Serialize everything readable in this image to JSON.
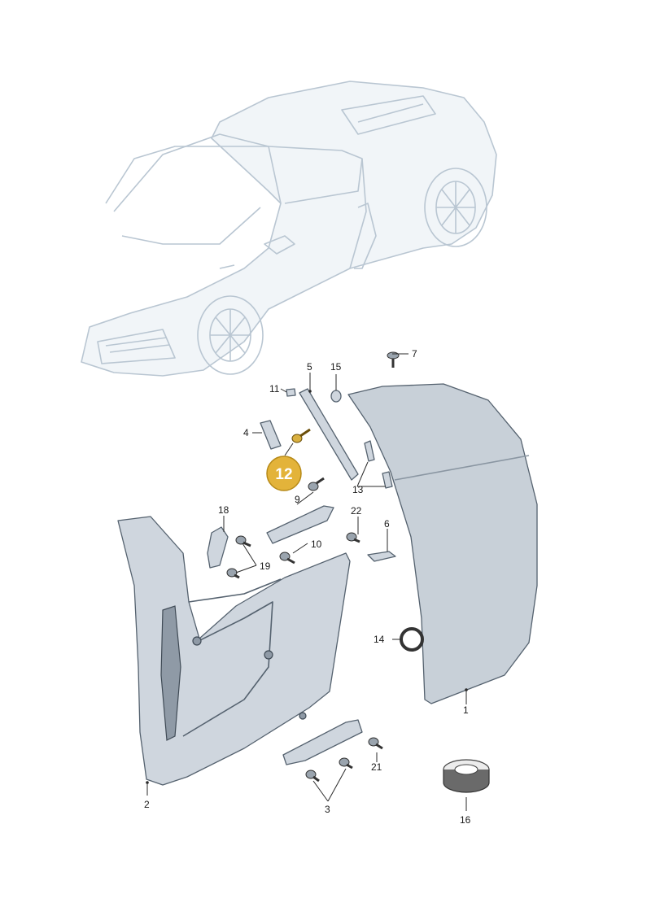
{
  "callouts": {
    "c1": "1",
    "c2": "2",
    "c3": "3",
    "c4": "4",
    "c5": "5",
    "c6": "6",
    "c7": "7",
    "c9": "9",
    "c10": "10",
    "c11": "11",
    "c12": "12",
    "c13": "13",
    "c14": "14",
    "c15": "15",
    "c16": "16",
    "c18": "18",
    "c19": "19",
    "c21": "21",
    "c22": "22"
  },
  "highlighted_part": "12",
  "colors": {
    "highlight": "#e3b33a",
    "part": "#cfd6de",
    "car_ghost": "#b9c6d2"
  }
}
